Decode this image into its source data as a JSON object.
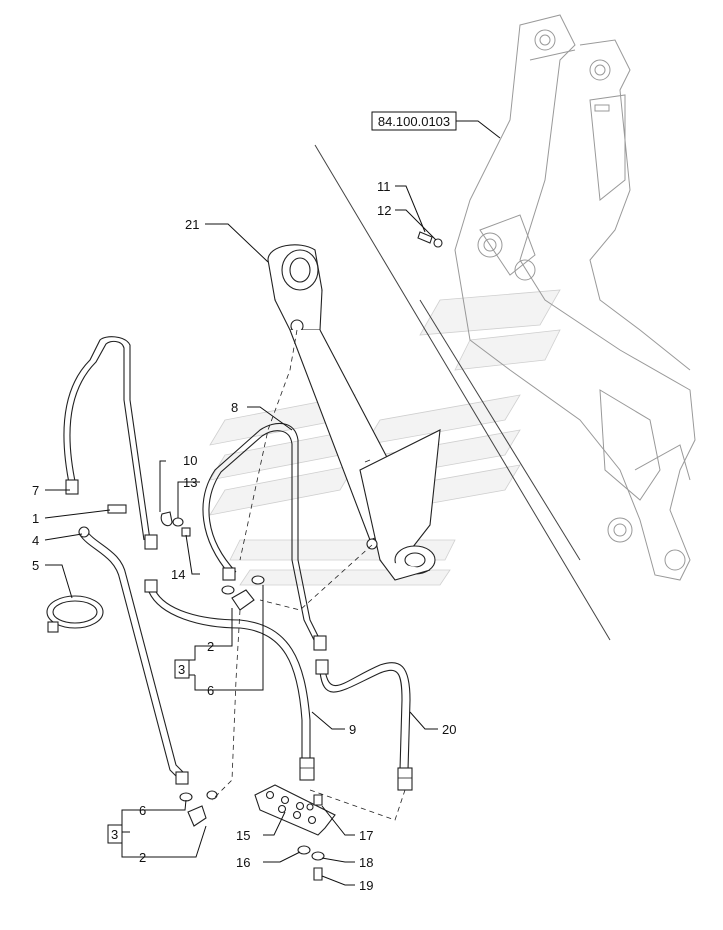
{
  "reference": "84.100.0103",
  "callouts": {
    "p1": "1",
    "p2a": "2",
    "p2b": "2",
    "p3a": "3",
    "p3b": "3",
    "p4": "4",
    "p5": "5",
    "p6a": "6",
    "p6b": "6",
    "p7": "7",
    "p8": "8",
    "p9": "9",
    "p10": "10",
    "p11": "11",
    "p12": "12",
    "p13": "13",
    "p14": "14",
    "p15": "15",
    "p16": "16",
    "p17": "17",
    "p18": "18",
    "p19": "19",
    "p20": "20",
    "p21": "21"
  }
}
